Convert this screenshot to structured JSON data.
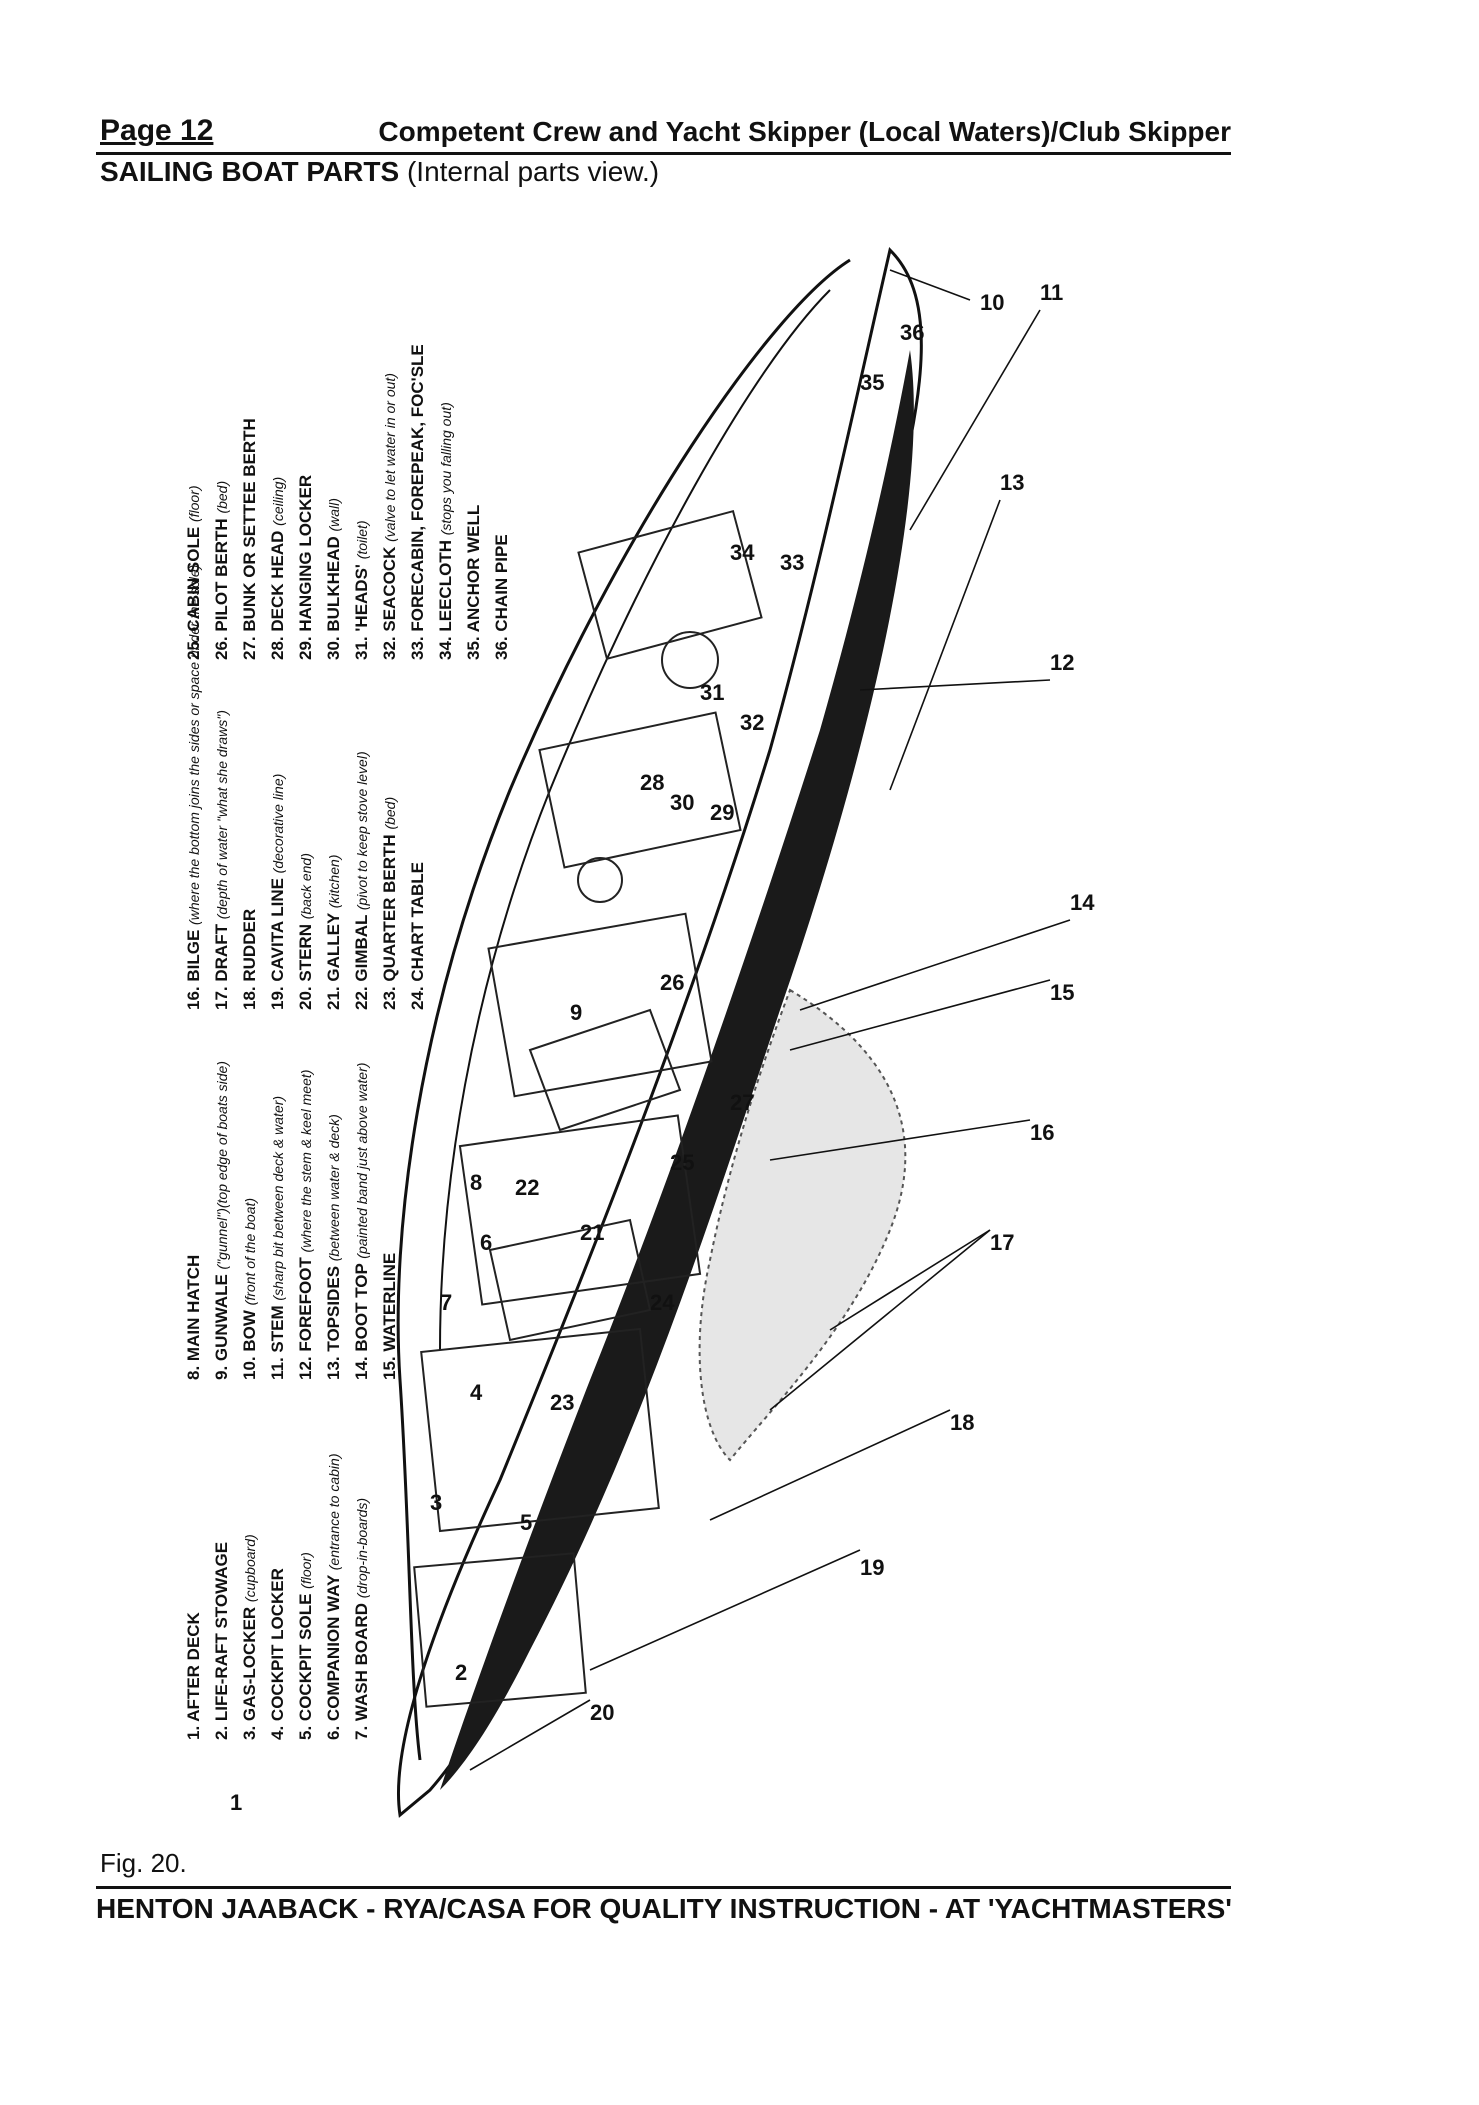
{
  "header": {
    "page_label": "Page 12",
    "course_title": "Competent Crew and Yacht Skipper (Local Waters)/Club Skipper"
  },
  "section": {
    "title": "SAILING BOAT PARTS",
    "subtitle": "(Internal parts view.)"
  },
  "legend": [
    [
      {
        "num": "1.",
        "name": "AFTER DECK",
        "note": ""
      },
      {
        "num": "2.",
        "name": "LIFE-RAFT STOWAGE",
        "note": ""
      },
      {
        "num": "3.",
        "name": "GAS-LOCKER",
        "note": "(cupboard)"
      },
      {
        "num": "4.",
        "name": "COCKPIT LOCKER",
        "note": ""
      },
      {
        "num": "5.",
        "name": "COCKPIT SOLE",
        "note": "(floor)"
      },
      {
        "num": "6.",
        "name": "COMPANION WAY",
        "note": "(entrance to cabin)"
      },
      {
        "num": "7.",
        "name": "WASH BOARD",
        "note": "(drop-in-boards)"
      }
    ],
    [
      {
        "num": "8.",
        "name": "MAIN HATCH",
        "note": ""
      },
      {
        "num": "9.",
        "name": "GUNWALE",
        "note": "(\"gunnel\")(top edge of boats side)"
      },
      {
        "num": "10.",
        "name": "BOW",
        "note": "(front of the boat)"
      },
      {
        "num": "11.",
        "name": "STEM",
        "note": "(sharp bit between deck & water)"
      },
      {
        "num": "12.",
        "name": "FOREFOOT",
        "note": "(where the stem & keel meet)"
      },
      {
        "num": "13.",
        "name": "TOPSIDES",
        "note": "(between water & deck)"
      },
      {
        "num": "14.",
        "name": "BOOT TOP",
        "note": "(painted band just above water)"
      },
      {
        "num": "15.",
        "name": "WATERLINE",
        "note": ""
      }
    ],
    [
      {
        "num": "16.",
        "name": "BILGE",
        "note": "(where the bottom joins the sides or space under the sole)"
      },
      {
        "num": "17.",
        "name": "DRAFT",
        "note": "(depth of water \"what she draws\")"
      },
      {
        "num": "18.",
        "name": "RUDDER",
        "note": ""
      },
      {
        "num": "19.",
        "name": "CAVITA LINE",
        "note": "(decorative line)"
      },
      {
        "num": "20.",
        "name": "STERN",
        "note": "(back end)"
      },
      {
        "num": "21.",
        "name": "GALLEY",
        "note": "(kitchen)"
      },
      {
        "num": "22.",
        "name": "GIMBAL",
        "note": "(pivot to keep stove level)"
      },
      {
        "num": "23.",
        "name": "QUARTER BERTH",
        "note": "(bed)"
      },
      {
        "num": "24.",
        "name": "CHART TABLE",
        "note": ""
      }
    ],
    [
      {
        "num": "25.",
        "name": "CABIN SOLE",
        "note": "(floor)"
      },
      {
        "num": "26.",
        "name": "PILOT BERTH",
        "note": "(bed)"
      },
      {
        "num": "27.",
        "name": "BUNK OR SETTEE BERTH",
        "note": ""
      },
      {
        "num": "28.",
        "name": "DECK HEAD",
        "note": "(ceiling)"
      },
      {
        "num": "29.",
        "name": "HANGING LOCKER",
        "note": ""
      },
      {
        "num": "30.",
        "name": "BULKHEAD",
        "note": "(wall)"
      },
      {
        "num": "31.",
        "name": "'HEADS'",
        "note": "(toilet)"
      },
      {
        "num": "32.",
        "name": "SEACOCK",
        "note": "(valve to let water in or out)"
      },
      {
        "num": "33.",
        "name": "FORECABIN, FOREPEAK, FOC'SLE",
        "note": ""
      },
      {
        "num": "34.",
        "name": "LEECLOTH",
        "note": "(stops you falling out)"
      },
      {
        "num": "35.",
        "name": "ANCHOR WELL",
        "note": ""
      },
      {
        "num": "36.",
        "name": "CHAIN PIPE",
        "note": ""
      }
    ]
  ],
  "callouts": [
    "1",
    "2",
    "3",
    "4",
    "5",
    "6",
    "7",
    "8",
    "9",
    "10",
    "11",
    "12",
    "13",
    "14",
    "15",
    "16",
    "17",
    "18",
    "19",
    "20",
    "21",
    "22",
    "23",
    "24",
    "25",
    "26",
    "27",
    "28",
    "29",
    "30",
    "31",
    "32",
    "33",
    "34",
    "35",
    "36"
  ],
  "figure_caption": "Fig. 20.",
  "footer": "HENTON JAABACK - RYA/CASA FOR QUALITY INSTRUCTION - AT 'YACHTMASTERS'",
  "colors": {
    "ink": "#111111",
    "hull_dark": "#1a1a1a",
    "paper": "#ffffff"
  }
}
